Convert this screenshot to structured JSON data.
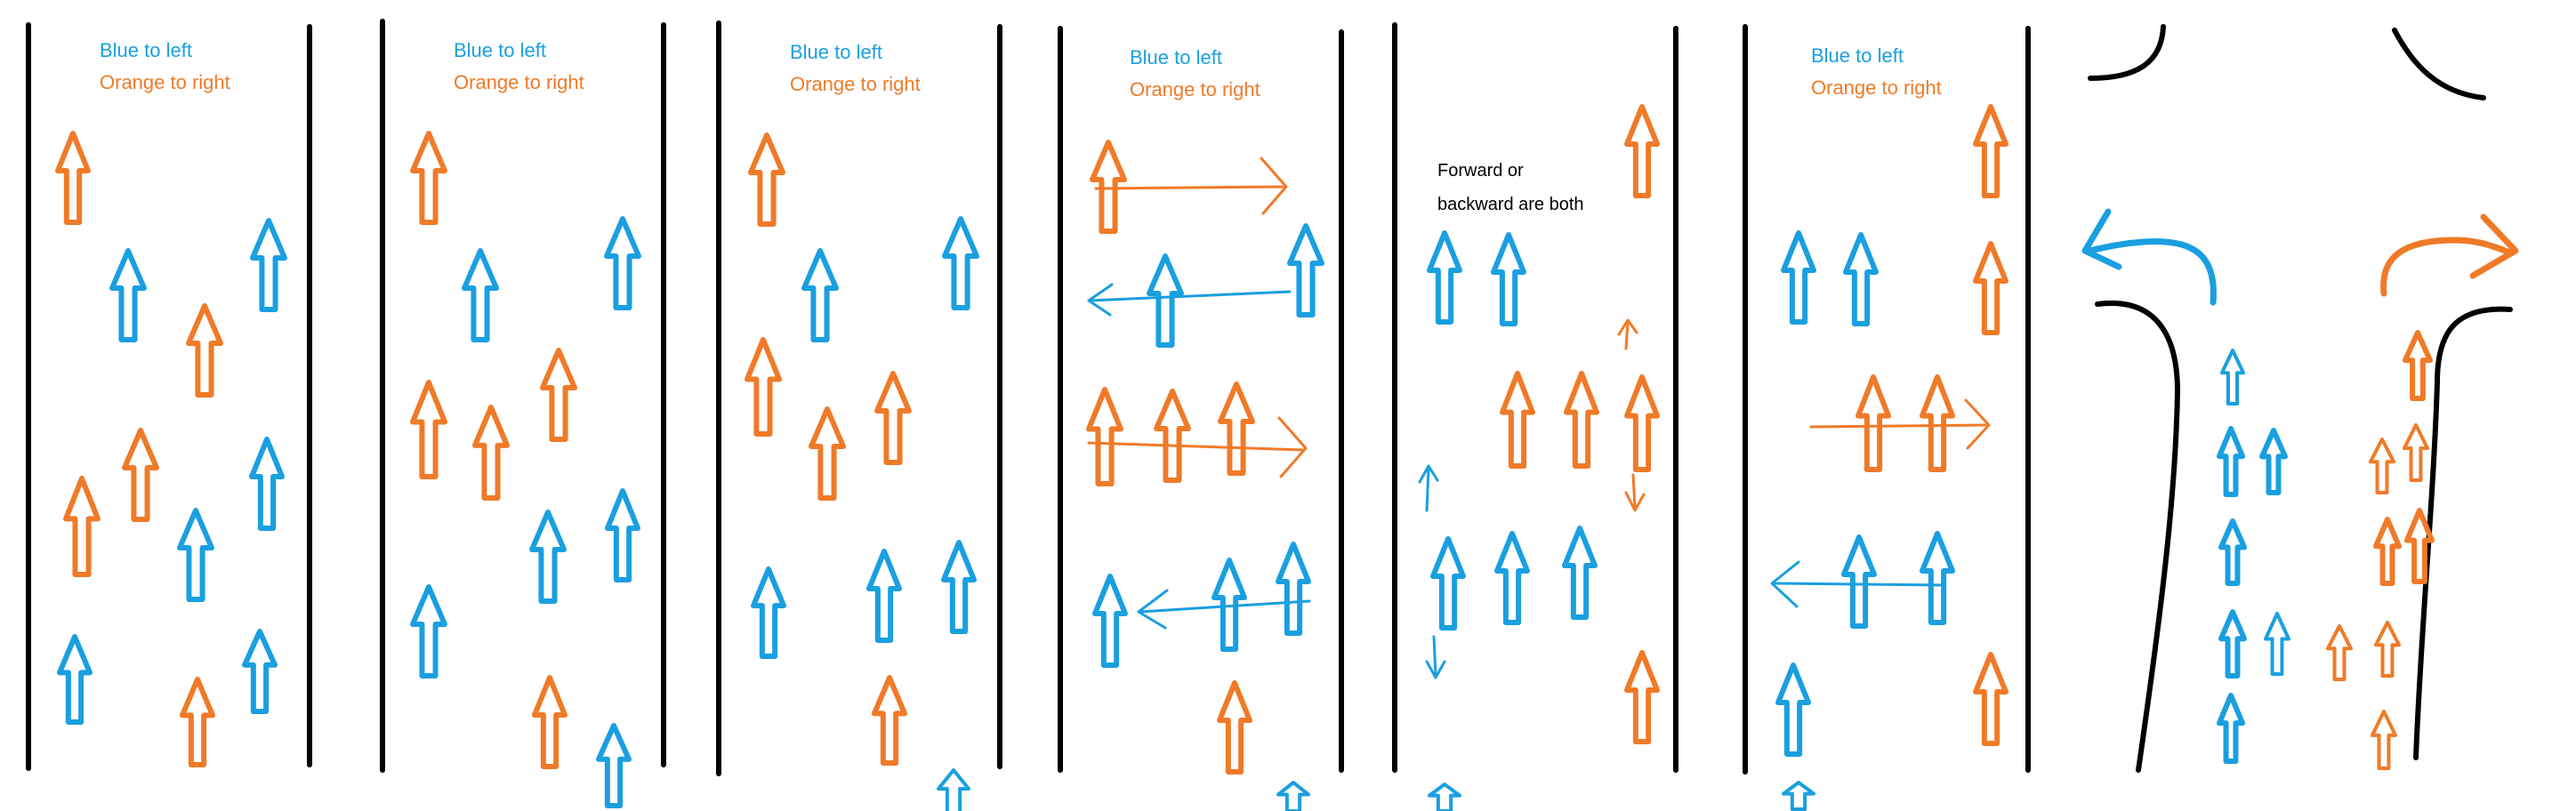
{
  "colors": {
    "blue": "#1a9fe0",
    "orange": "#f07a28",
    "wall": "#000000",
    "background": "#ffffff"
  },
  "panels": [
    {
      "legend": {
        "blue": "Blue to left",
        "orange": "Orange to right"
      }
    },
    {
      "legend": {
        "blue": "Blue to left",
        "orange": "Orange to right"
      }
    },
    {
      "legend": {
        "blue": "Blue to left",
        "orange": "Orange to right"
      }
    },
    {
      "legend": {
        "blue": "Blue to left",
        "orange": "Orange to right"
      }
    },
    {
      "note": {
        "line1": "Forward or",
        "line2": "backward are both"
      }
    },
    {
      "legend": {
        "blue": "Blue to left",
        "orange": "Orange to right"
      }
    },
    {}
  ]
}
